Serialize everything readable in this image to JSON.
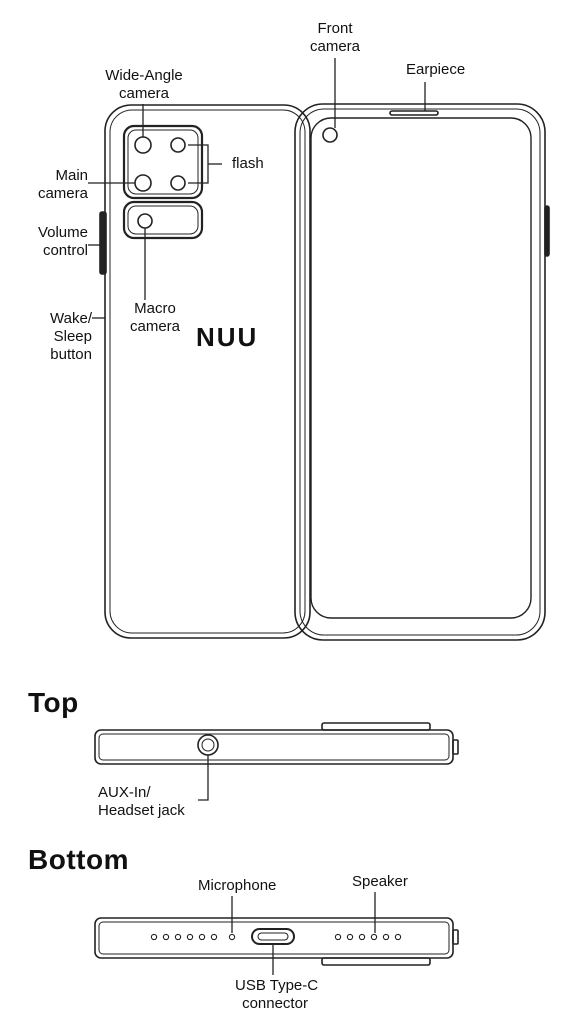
{
  "labels": {
    "front_camera": [
      "Front",
      "camera"
    ],
    "earpiece": "Earpiece",
    "wide_angle_camera": [
      "Wide-Angle",
      "camera"
    ],
    "main_camera": [
      "Main",
      "camera"
    ],
    "flash": "flash",
    "volume_control": [
      "Volume",
      "control"
    ],
    "wake_sleep_button": [
      "Wake/",
      "Sleep",
      "button"
    ],
    "macro_camera": [
      "Macro",
      "camera"
    ],
    "aux_headset_jack": [
      "AUX-In/",
      "Headset jack"
    ],
    "microphone": "Microphone",
    "speaker": "Speaker",
    "usb_type_c": [
      "USB Type-C",
      "connector"
    ]
  },
  "logo": "NUU",
  "sections": {
    "top": "Top",
    "bottom": "Bottom"
  }
}
